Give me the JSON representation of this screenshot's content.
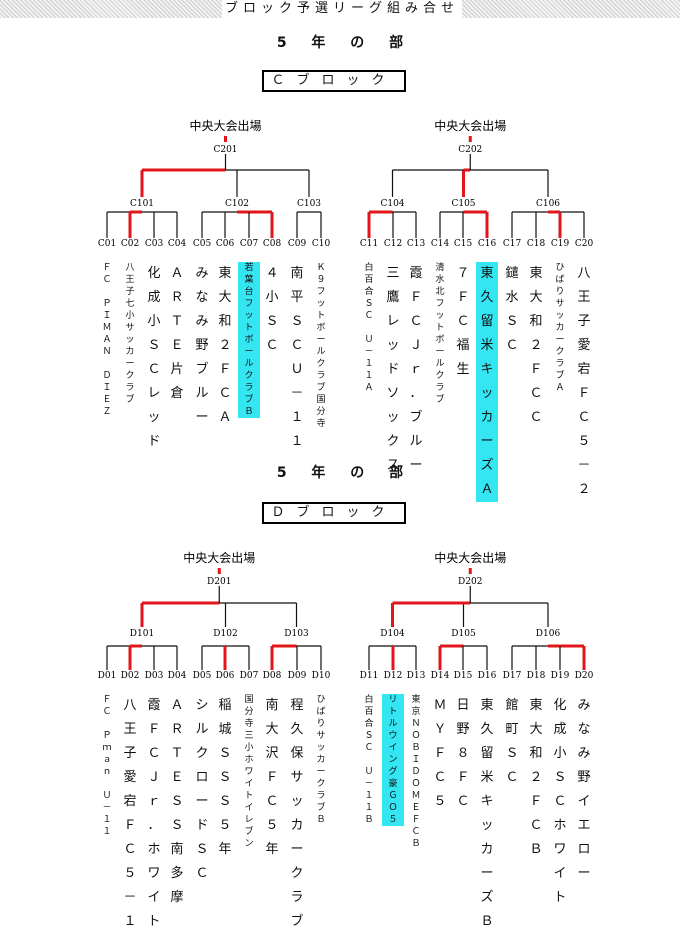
{
  "header": {
    "title": "ブロック予選リーグ組み合せ"
  },
  "sections": [
    {
      "heading": "5 年 の 部",
      "block_label": "Ｃブロック",
      "finals": [
        {
          "qualify_label": "中央大会出場",
          "code": "C201",
          "winner": 0,
          "groups": [
            {
              "code": "C101",
              "winner": 1,
              "teams": [
                {
                  "code": "C01",
                  "name": "ＦＣ ＰＩＭＡＮ ＤＩＥＺ",
                  "highlight": false
                },
                {
                  "code": "C02",
                  "name": "八王子七小サッカークラブ",
                  "highlight": false
                },
                {
                  "code": "C03",
                  "name": "化成小ＳＣレッド",
                  "highlight": false
                },
                {
                  "code": "C04",
                  "name": "ＡＲＴＥ片倉",
                  "highlight": false
                }
              ]
            },
            {
              "code": "C102",
              "winner": 3,
              "teams": [
                {
                  "code": "C05",
                  "name": "みなみ野ブルー",
                  "highlight": false
                },
                {
                  "code": "C06",
                  "name": "東大和２ＦＣＡ",
                  "highlight": false
                },
                {
                  "code": "C07",
                  "name": "若葉台フットボールクラブＢ",
                  "highlight": true
                },
                {
                  "code": "C08",
                  "name": "４小ＳＣ",
                  "highlight": false
                }
              ]
            },
            {
              "code": "C103",
              "winner": 2,
              "teams": [
                {
                  "code": "C09",
                  "name": "南平ＳＣＵ－１１",
                  "highlight": false
                },
                {
                  "code": "C10",
                  "name": "Ｋ９フットボールクラブ国分寺",
                  "highlight": false
                }
              ]
            }
          ]
        },
        {
          "qualify_label": "中央大会出場",
          "code": "C202",
          "winner": 1,
          "groups": [
            {
              "code": "C104",
              "winner": 0,
              "teams": [
                {
                  "code": "C11",
                  "name": "白百合ＳＣ Ｕ－１１Ａ",
                  "highlight": false
                },
                {
                  "code": "C12",
                  "name": "三鷹レッドソックス",
                  "highlight": false
                },
                {
                  "code": "C13",
                  "name": "霞ＦＣＪｒ．ブルー",
                  "highlight": false
                }
              ]
            },
            {
              "code": "C105",
              "winner": 2,
              "teams": [
                {
                  "code": "C14",
                  "name": "清水北フットボールクラブ",
                  "highlight": false
                },
                {
                  "code": "C15",
                  "name": "７ＦＣ福生",
                  "highlight": false
                },
                {
                  "code": "C16",
                  "name": "東久留米キッカーズＡ",
                  "highlight": true
                }
              ]
            },
            {
              "code": "C106",
              "winner": 2,
              "teams": [
                {
                  "code": "C17",
                  "name": "鑓水ＳＣ",
                  "highlight": false
                },
                {
                  "code": "C18",
                  "name": "東大和２ＦＣＣ",
                  "highlight": false
                },
                {
                  "code": "C19",
                  "name": "ひばりサッカークラブＡ",
                  "highlight": false
                },
                {
                  "code": "C20",
                  "name": "八王子愛宕ＦＣ５－２",
                  "highlight": false
                }
              ]
            }
          ]
        }
      ]
    },
    {
      "heading": "5 年 の 部",
      "block_label": "Ｄブロック",
      "finals": [
        {
          "qualify_label": "中央大会出場",
          "code": "D201",
          "winner": 0,
          "groups": [
            {
              "code": "D101",
              "winner": 1,
              "teams": [
                {
                  "code": "D01",
                  "name": "ＦＣ Ｐｍａｎ Ｕ－１１",
                  "highlight": false
                },
                {
                  "code": "D02",
                  "name": "八王子愛宕ＦＣ５－１",
                  "highlight": false
                },
                {
                  "code": "D03",
                  "name": "霞ＦＣＪｒ．ホワイト",
                  "highlight": false
                },
                {
                  "code": "D04",
                  "name": "ＡＲＴＥＳＳ南多摩",
                  "highlight": false
                }
              ]
            },
            {
              "code": "D102",
              "winner": 1,
              "teams": [
                {
                  "code": "D05",
                  "name": "シルクロードＳＣ",
                  "highlight": false
                },
                {
                  "code": "D06",
                  "name": "稲城ＳＳＳ５年",
                  "highlight": false
                },
                {
                  "code": "D07",
                  "name": "国分寺三小ホワイトイレブン",
                  "highlight": false
                }
              ]
            },
            {
              "code": "D103",
              "winner": 0,
              "teams": [
                {
                  "code": "D08",
                  "name": "南大沢ＦＣ５年",
                  "highlight": false
                },
                {
                  "code": "D09",
                  "name": "程久保サッカークラブ",
                  "highlight": false
                },
                {
                  "code": "D10",
                  "name": "ひばりサッカークラブＢ",
                  "highlight": false
                }
              ]
            }
          ]
        },
        {
          "qualify_label": "中央大会出場",
          "code": "D202",
          "winner": 0,
          "groups": [
            {
              "code": "D104",
              "winner": 1,
              "teams": [
                {
                  "code": "D11",
                  "name": "白百合ＳＣ Ｕ－１１Ｂ",
                  "highlight": false
                },
                {
                  "code": "D12",
                  "name": "リトルウイング豪ＧＯ５",
                  "highlight": true
                },
                {
                  "code": "D13",
                  "name": "東京ＮＯＢＩＤＯＭＥＦＣＢ",
                  "highlight": false
                }
              ]
            },
            {
              "code": "D105",
              "winner": 0,
              "teams": [
                {
                  "code": "D14",
                  "name": "ＭＹＦＣ５",
                  "highlight": false
                },
                {
                  "code": "D15",
                  "name": "日野８ＦＣ",
                  "highlight": false
                },
                {
                  "code": "D16",
                  "name": "東久留米キッカーズＢ",
                  "highlight": false
                }
              ]
            },
            {
              "code": "D106",
              "winner": 3,
              "teams": [
                {
                  "code": "D17",
                  "name": "館町ＳＣ",
                  "highlight": false
                },
                {
                  "code": "D18",
                  "name": "東大和２ＦＣＢ",
                  "highlight": false
                },
                {
                  "code": "D19",
                  "name": "化成小ＳＣホワイト",
                  "highlight": false
                },
                {
                  "code": "D20",
                  "name": "みなみ野イエロー",
                  "highlight": false
                }
              ]
            }
          ]
        }
      ]
    }
  ]
}
